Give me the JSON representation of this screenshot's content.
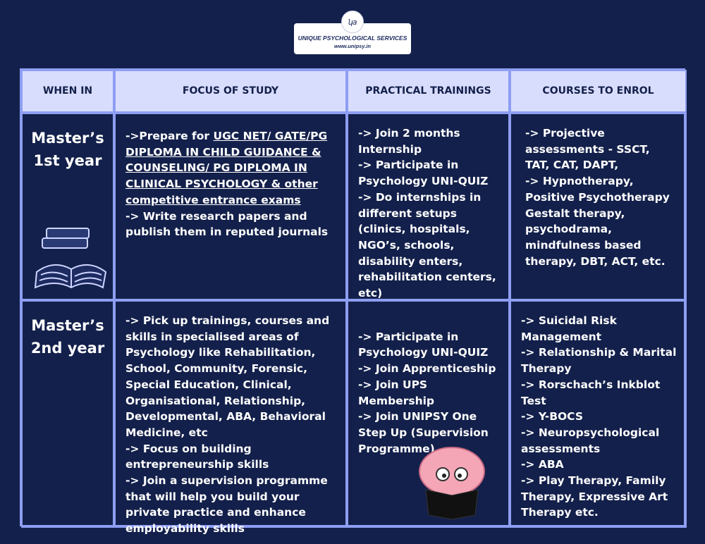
{
  "logo": {
    "name": "UNIQUE PSYCHOLOGICAL SERVICES",
    "url": "www.unipsy.in"
  },
  "headers": [
    "WHEN IN",
    "FOCUS OF STUDY",
    "PRACTICAL TRAININGS",
    "COURSES TO ENROL"
  ],
  "rows": [
    {
      "when": "Master’s 1st year",
      "focus_prefix": "->Prepare for ",
      "focus_link": "UGC NET/ GATE/PG DIPLOMA IN CHILD GUIDANCE & COUNSELING/ PG DIPLOMA IN CLINICAL PSYCHOLOGY & other competitive entrance exams",
      "focus_rest": "-> Write research papers and publish them in reputed journals",
      "trainings": "-> Join 2 months Internship\n-> Participate in Psychology UNI-QUIZ\n-> Do internships in different setups (clinics, hospitals, NGO’s, schools, disability enters, rehabilitation centers, etc)",
      "courses": "-> Projective assessments - SSCT, TAT, CAT, DAPT,\n-> Hypnotherapy, Positive Psychotherapy Gestalt therapy, psychodrama, mindfulness based therapy, DBT, ACT, etc."
    },
    {
      "when": "Master’s 2nd year",
      "focus": "-> Pick up trainings, courses and skills in specialised areas of Psychology like Rehabilitation, School, Community, Forensic, Special Education, Clinical, Organisational, Relationship, Developmental, ABA, Behavioral Medicine, etc\n-> Focus on building entrepreneurship skills\n-> Join a supervision programme that will help you build your private practice and enhance employability skills",
      "trainings": "-> Participate in Psychology UNI-QUIZ\n-> Join Apprenticeship\n-> Join UPS Membership\n-> Join UNIPSY One Step Up (Supervision Programme)",
      "courses": "-> Suicidal Risk Management\n-> Relationship & Marital Therapy\n-> Rorschach’s Inkblot Test\n-> Y-BOCS\n-> Neuropsychological assessments\n-> ABA\n-> Play Therapy, Family Therapy,  Expressive Art Therapy etc."
    }
  ]
}
